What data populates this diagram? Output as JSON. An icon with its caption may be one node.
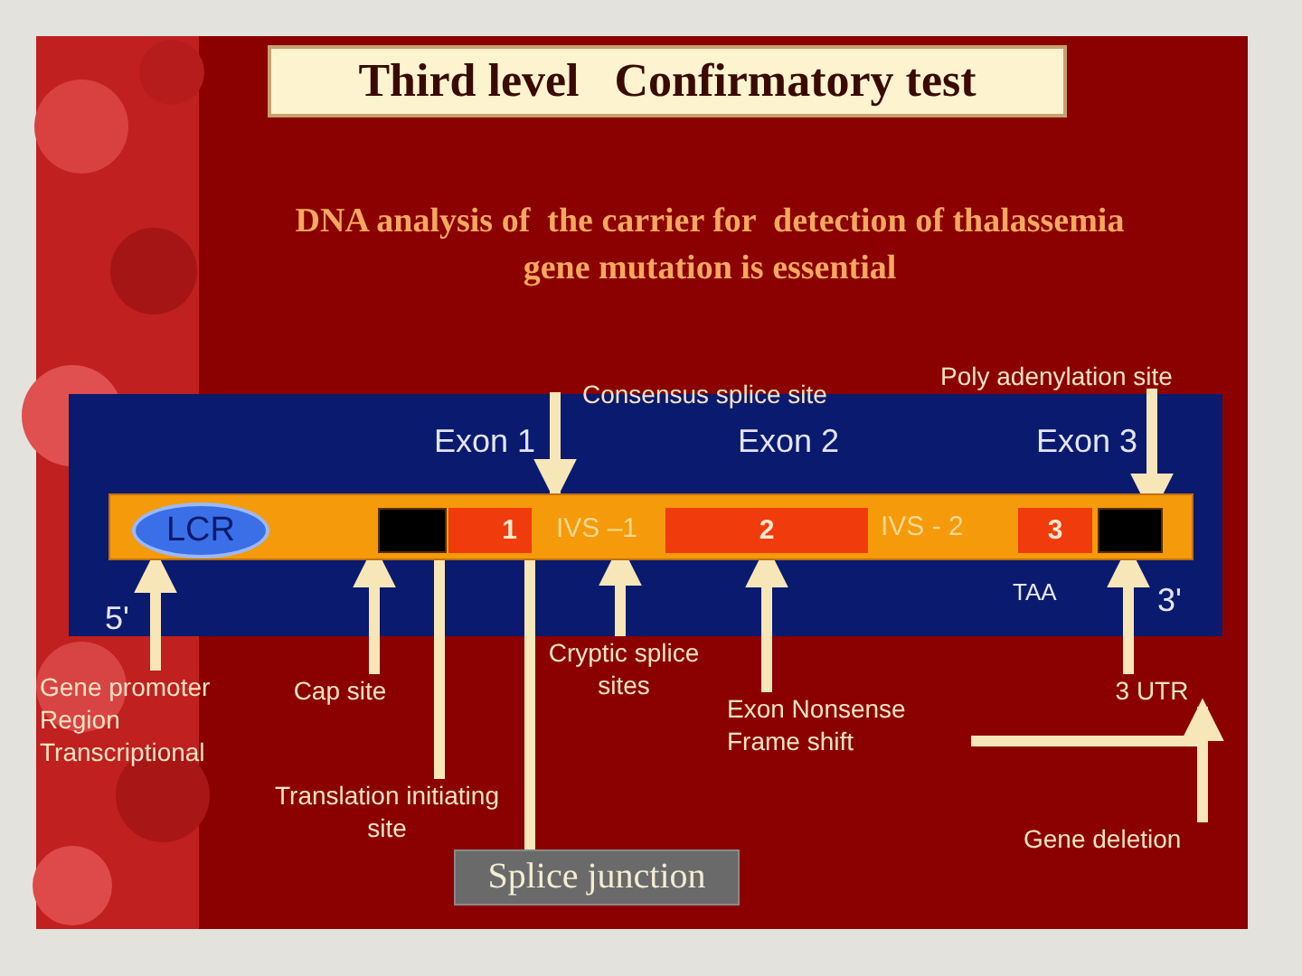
{
  "diagram": {
    "title": "Third level   Confirmatory test",
    "nodes": [
      {
        "text": [],
        "shape": "bar"
      },
      {
        "text": [
          "LCR"
        ],
        "in": 0
      },
      {
        "text": [],
        "shape": "box",
        "in": 0
      },
      {
        "text": [
          "1"
        ],
        "in": 0
      },
      {
        "text": [
          "IVS –1"
        ],
        "in": 0
      },
      {
        "text": [
          "2"
        ],
        "in": 0
      },
      {
        "text": [
          "3"
        ],
        "in": 0
      },
      {
        "text": [],
        "shape": "box",
        "in": 0
      },
      {
        "text": [
          "Consensus splice site"
        ]
      },
      {
        "text": [
          "Poly adenylation site"
        ]
      },
      {
        "text": [
          "Gene promoter Region Transcriptional"
        ]
      },
      {
        "text": [
          "Cap site"
        ]
      },
      {
        "text": [
          "Translation initiating site"
        ]
      },
      {
        "text": [
          "Cryptic splice sites"
        ]
      },
      {
        "text": [
          "Exon Nonsense Frame shift"
        ]
      },
      {
        "text": [
          "3 UTR"
        ]
      },
      {
        "text": [
          "Gene deletion"
        ]
      },
      {
        "text": [
          "Splice junction"
        ]
      }
    ],
    "edges": [
      {
        "from": 8,
        "to": 0,
        "arrow": "to"
      },
      {
        "from": 9,
        "to": 7,
        "arrow": "to"
      },
      {
        "from": 10,
        "to": 1,
        "arrow": "to"
      },
      {
        "from": 11,
        "to": 2,
        "arrow": "to"
      },
      {
        "from": 12,
        "to": 2,
        "arrow": "none"
      },
      {
        "from": 17,
        "to": 3,
        "arrow": "none"
      },
      {
        "from": 13,
        "to": 4,
        "arrow": "to"
      },
      {
        "from": 14,
        "to": 5,
        "arrow": "to"
      },
      {
        "from": 15,
        "to": 7,
        "arrow": "to"
      },
      {
        "from": 16,
        "to": 15,
        "arrow": "to"
      }
    ],
    "labels": [
      "DNA analysis of  the carrier for  detection of thalassemia gene mutation is essential",
      "Exon 1",
      "Exon 2",
      "Exon 3",
      "IVS - 2",
      "5'",
      "TAA",
      "3'"
    ]
  }
}
